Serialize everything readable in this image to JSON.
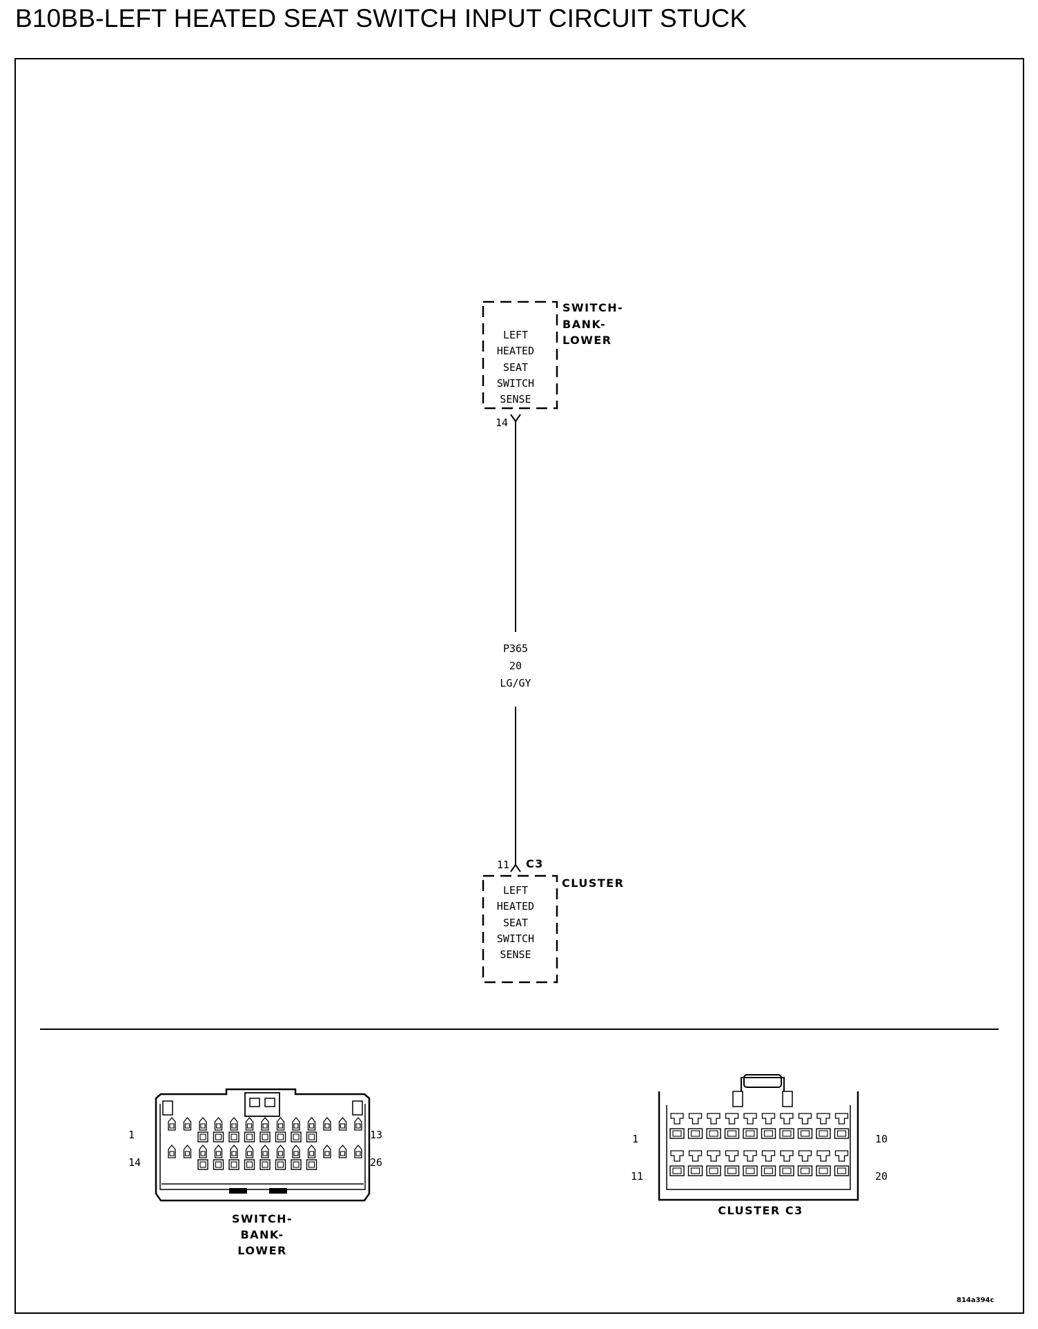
{
  "title": "B10BB-LEFT HEATED SEAT SWITCH INPUT CIRCUIT STUCK",
  "top_component": {
    "name_lines": [
      "SWITCH-",
      "BANK-",
      "LOWER"
    ],
    "function_lines": [
      "LEFT",
      "HEATED",
      "SEAT",
      "SWITCH",
      "SENSE"
    ],
    "pin": "14"
  },
  "wire": {
    "circuit": "P365",
    "gauge": "20",
    "color": "LG/GY"
  },
  "bottom_component": {
    "name": "CLUSTER",
    "connector": "C3",
    "pin": "11",
    "function_lines": [
      "LEFT",
      "HEATED",
      "SEAT",
      "SWITCH",
      "SENSE"
    ]
  },
  "connector_views": {
    "switch_bank": {
      "caption_lines": [
        "SWITCH-",
        "BANK-",
        "LOWER"
      ],
      "pin_labels": {
        "top_left": "1",
        "top_right": "13",
        "bottom_left": "14",
        "bottom_right": "26"
      }
    },
    "cluster_c3": {
      "caption": "CLUSTER C3",
      "pin_labels": {
        "top_left": "1",
        "top_right": "10",
        "bottom_left": "11",
        "bottom_right": "20"
      }
    }
  },
  "figure_code": "814a394c"
}
